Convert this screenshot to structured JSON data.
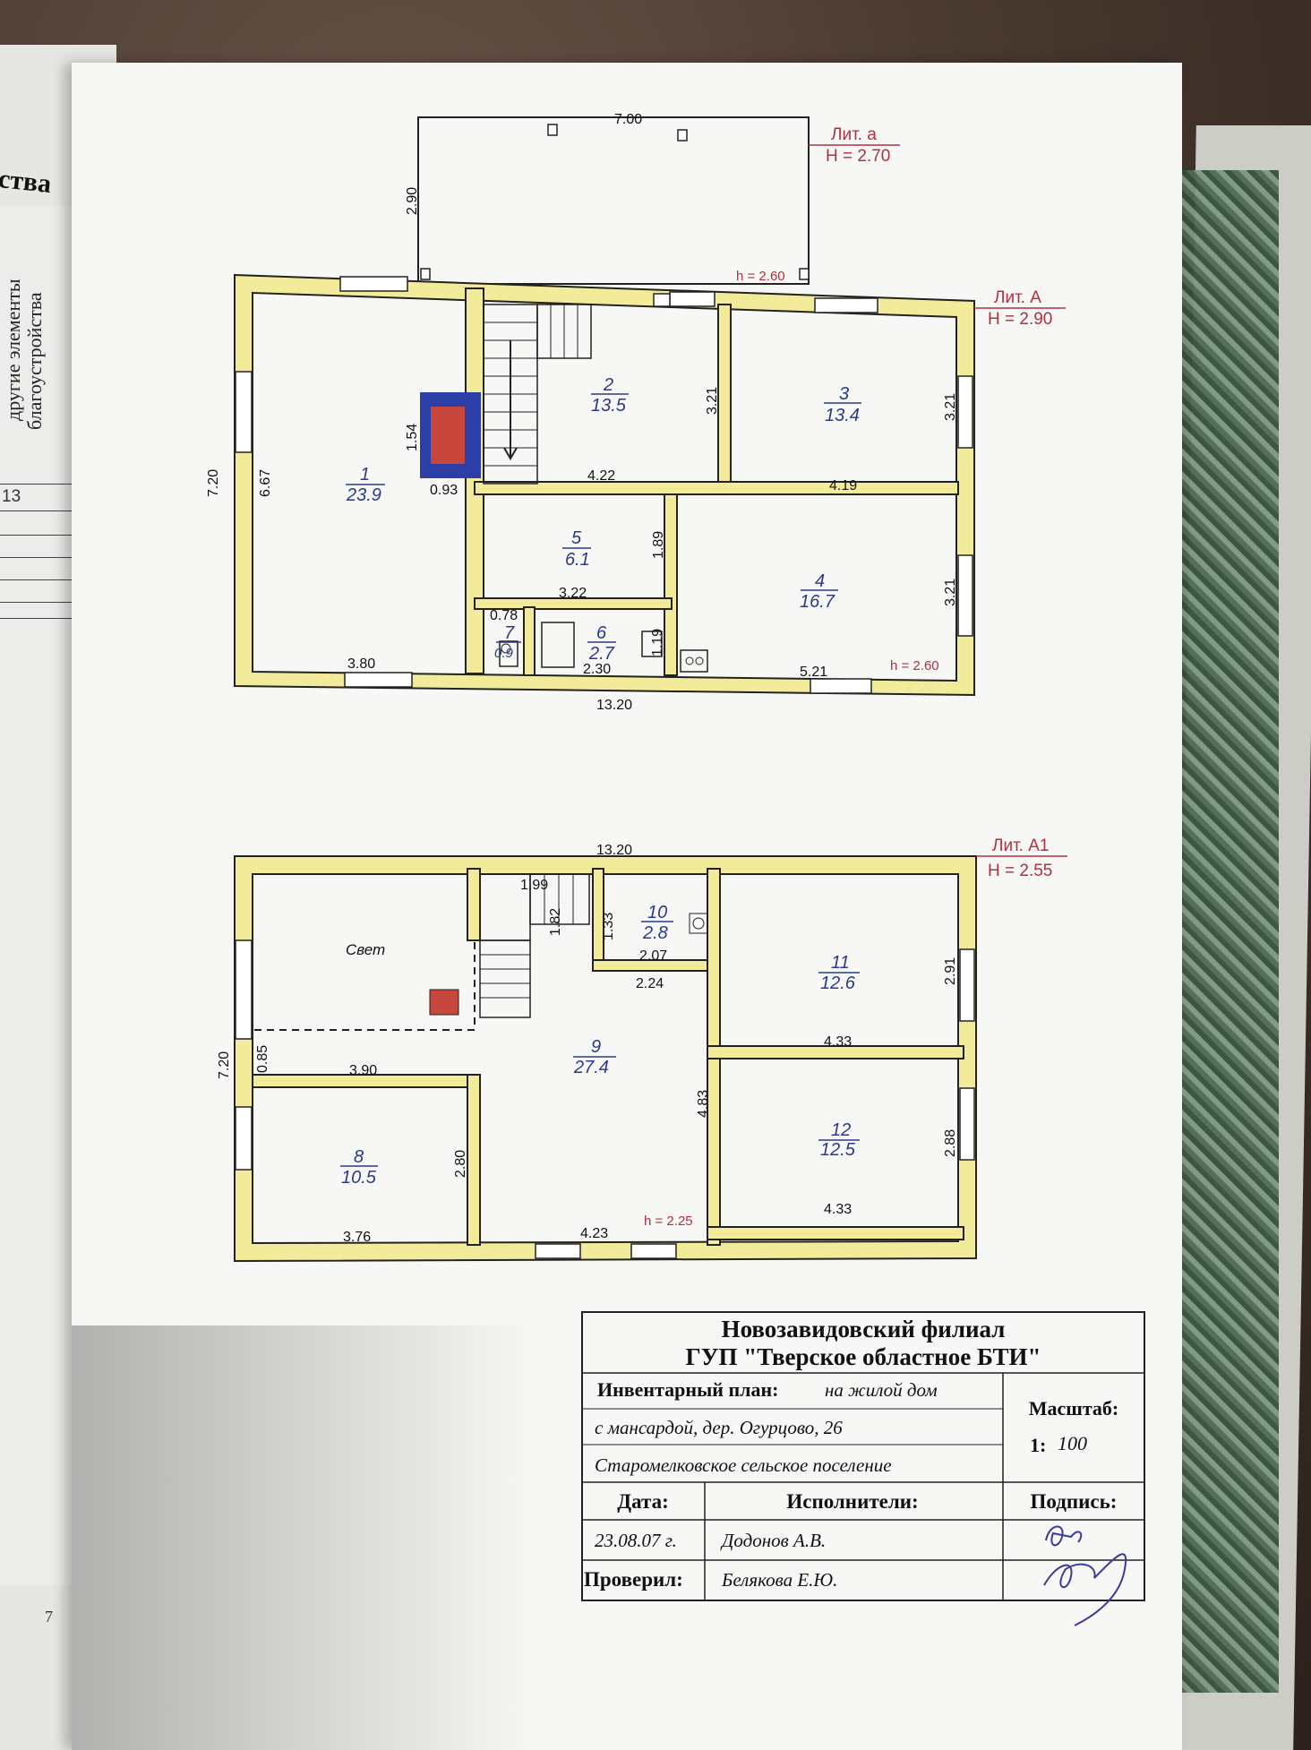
{
  "left_page": {
    "title_fragment": "ства",
    "vertical_text_1": "другие элементы",
    "vertical_text_2": "благоустройства",
    "row_number": "13",
    "page_number": "7"
  },
  "floor1": {
    "annex": {
      "lit": "Лит. а",
      "height": "Н = 2.70",
      "width": "7.00",
      "depth": "2.90",
      "h": "h = 2.60"
    },
    "lit": "Лит. А",
    "height": "Н = 2.90",
    "h_label": "h = 2.60",
    "overall_width": "13.20",
    "overall_depth": "7.20",
    "rooms": [
      {
        "num": "1",
        "area": "23.9"
      },
      {
        "num": "2",
        "area": "13.5"
      },
      {
        "num": "3",
        "area": "13.4"
      },
      {
        "num": "4",
        "area": "16.7"
      },
      {
        "num": "5",
        "area": "6.1"
      },
      {
        "num": "6",
        "area": "2.7"
      },
      {
        "num": "7",
        "area": "0.9"
      }
    ],
    "dims": {
      "r1_height": "6.67",
      "r1_width": "3.80",
      "stove_h": "1.54",
      "stove_w": "0.93",
      "r2_width": "4.22",
      "r2_height": "3.21",
      "r3_height": "3.21",
      "r3_width": "4.19",
      "r5_height": "1.89",
      "r5_width": "3.22",
      "r7_width": "0.78",
      "r6_width": "2.30",
      "r6_height": "1.19",
      "r4_height": "3.21",
      "r4_width": "5.21"
    }
  },
  "floor2": {
    "lit": "Лит. А1",
    "height": "Н = 2.55",
    "h_label": "h = 2.25",
    "overall_width": "13.20",
    "overall_depth": "7.20",
    "light_label": "Свет",
    "rooms": [
      {
        "num": "8",
        "area": "10.5"
      },
      {
        "num": "9",
        "area": "27.4"
      },
      {
        "num": "10",
        "area": "2.8"
      },
      {
        "num": "11",
        "area": "12.6"
      },
      {
        "num": "12",
        "area": "12.5"
      }
    ],
    "dims": {
      "stair_w": "1.99",
      "stair_h": "1.82",
      "r10_h": "1.33",
      "r10_w": "2.07",
      "r9_w": "2.24",
      "r11_h": "2.91",
      "r11_w": "4.33",
      "left_gap": "0.85",
      "r8_w": "3.90",
      "r8_h": "2.80",
      "r8_bottom": "3.76",
      "r9_bottom": "4.23",
      "r9_h": "4.83",
      "r12_h": "2.88",
      "r12_w": "4.33"
    }
  },
  "stamp": {
    "org_line1": "Новозавидовский филиал",
    "org_line2": "ГУП \"Тверское областное БТИ\"",
    "plan_label": "Инвентарный план:",
    "plan_value_1": "на жилой дом",
    "plan_value_2": "с мансардой, дер. Огурцово, 26",
    "plan_value_3": "Старомелковское сельское поселение",
    "scale_label": "Масштаб:",
    "scale_prefix": "1:",
    "scale_value": "100",
    "date_label": "Дата:",
    "performers_label": "Исполнители:",
    "signature_label": "Подпись:",
    "date_value": "23.08.07 г.",
    "performer": "Додонов А.В.",
    "checked_label": "Проверил:",
    "checker": "Белякова Е.Ю."
  },
  "colors": {
    "wall_fill": "#f2ec9a",
    "wall_stroke": "#222222",
    "room_label": "#2a3a8c",
    "lit_label": "#b03040",
    "stove_blue": "#2c3fa8",
    "stove_red": "#c8473d"
  }
}
